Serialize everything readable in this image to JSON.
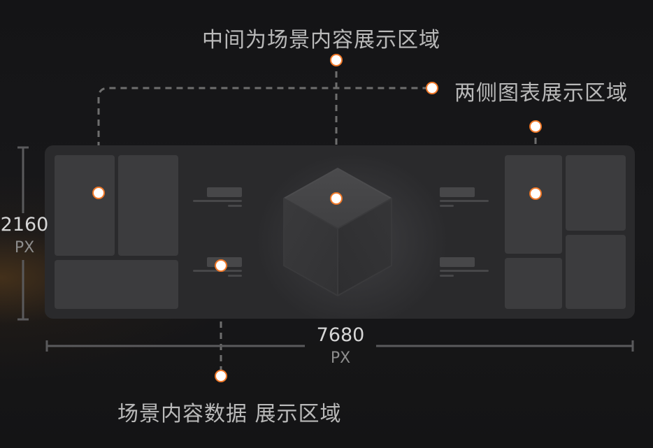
{
  "callouts": {
    "center_label": "中间为场景内容展示区域",
    "sides_label": "两侧图表展示区域",
    "data_label": "场景内容数据 展示区域"
  },
  "dimensions": {
    "width_value": "7680",
    "width_unit": "PX",
    "height_value": "2160",
    "height_unit": "PX"
  },
  "colors": {
    "accent": "#f07828",
    "dot_fill": "#ffffff",
    "line": "#6e6e6e",
    "screen": "#2a2a2c",
    "panel": "#3c3c3e"
  }
}
